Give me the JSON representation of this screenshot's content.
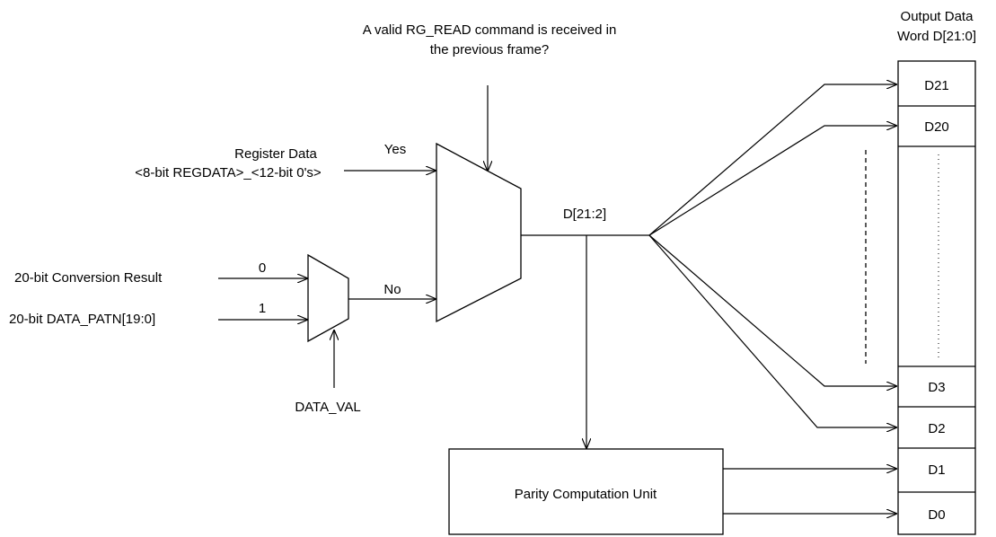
{
  "header": {
    "condition_line1": "A valid RG_READ command is received in",
    "condition_line2": "the previous frame?"
  },
  "output_word": {
    "title_line1": "Output Data",
    "title_line2": "Word D[21:0]",
    "cells": {
      "d21": "D21",
      "d20": "D20",
      "d3": "D3",
      "d2": "D2",
      "d1": "D1",
      "d0": "D0"
    }
  },
  "inputs": {
    "register_data_line1": "Register Data",
    "register_data_line2": "<8-bit REGDATA>_<12-bit 0's>",
    "conversion_result": "20-bit Conversion Result",
    "data_patn": "20-bit DATA_PATN[19:0]"
  },
  "labels": {
    "yes": "Yes",
    "no": "No",
    "sel_0": "0",
    "sel_1": "1",
    "data_val": "DATA_VAL",
    "bus": "D[21:2]"
  },
  "parity_unit": {
    "label": "Parity Computation Unit"
  }
}
